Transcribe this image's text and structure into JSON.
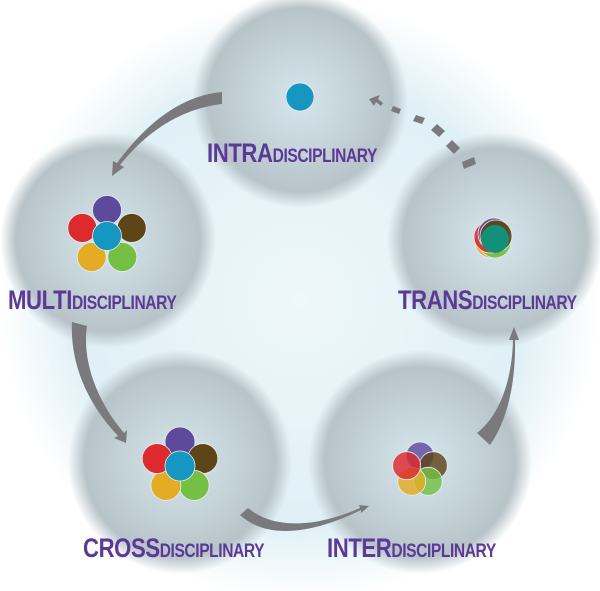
{
  "diagram": {
    "type": "cycle",
    "colors": {
      "label": "#5b3a96",
      "arrow": "#7a7a7e",
      "halo": "#b9c7cc",
      "background_glow": "#dff0f6"
    },
    "stages": [
      {
        "id": "intra",
        "prefix": "INTRA",
        "suffix": "DISCIPLINARY",
        "icon": "single-discipline-dot"
      },
      {
        "id": "multi",
        "prefix": "MULTI",
        "suffix": "DISCIPLINARY",
        "icon": "separate-discipline-dots"
      },
      {
        "id": "cross",
        "prefix": "CROSS",
        "suffix": "DISCIPLINARY",
        "icon": "touching-discipline-dots"
      },
      {
        "id": "inter",
        "prefix": "INTER",
        "suffix": "DISCIPLINARY",
        "icon": "overlapping-discipline-dots"
      },
      {
        "id": "trans",
        "prefix": "TRANS",
        "suffix": "DISCIPLINARY",
        "icon": "merged-discipline-dot"
      }
    ],
    "disciplines": [
      {
        "name": "purple",
        "color": "#5e4a9c"
      },
      {
        "name": "red",
        "color": "#dc2a2e"
      },
      {
        "name": "blue",
        "color": "#1597c2"
      },
      {
        "name": "brown",
        "color": "#5e4518"
      },
      {
        "name": "yellow",
        "color": "#e3ac24"
      },
      {
        "name": "green",
        "color": "#74bf44"
      }
    ],
    "arrows": [
      {
        "from": "intra",
        "to": "multi",
        "style": "solid"
      },
      {
        "from": "multi",
        "to": "cross",
        "style": "solid"
      },
      {
        "from": "cross",
        "to": "inter",
        "style": "solid"
      },
      {
        "from": "inter",
        "to": "trans",
        "style": "solid"
      },
      {
        "from": "trans",
        "to": "intra",
        "style": "dashed"
      }
    ]
  }
}
